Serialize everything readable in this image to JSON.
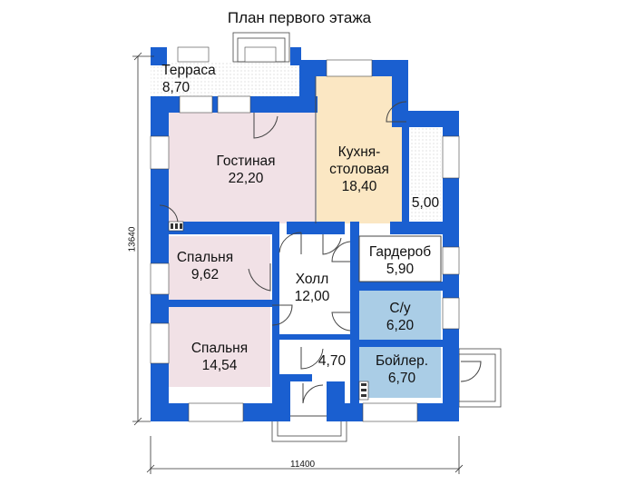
{
  "title": "План первого этажа",
  "rooms": [
    {
      "name": "Терраса",
      "area": "8,70"
    },
    {
      "name": "Гостиная",
      "area": "22,20"
    },
    {
      "name": "Кухня-",
      "name2": "столовая",
      "area": "18,40"
    },
    {
      "name": "",
      "area": "5,00"
    },
    {
      "name": "Спальня",
      "area": "9,62"
    },
    {
      "name": "Холл",
      "area": "12,00"
    },
    {
      "name": "Гардероб",
      "area": "5,90"
    },
    {
      "name": "С/у",
      "area": "6,20"
    },
    {
      "name": "Спальня",
      "area": "14,54"
    },
    {
      "name": "",
      "area": "4,70"
    },
    {
      "name": "Бойлер.",
      "area": "6,70"
    }
  ],
  "dimensions": {
    "width": "11400",
    "height": "13640"
  },
  "colors": {
    "wall": "#1a5fd0",
    "wall_inner": "#ffffff",
    "living": "#f1e1e6",
    "kitchen": "#fbe7c3",
    "bath": "#aacde6",
    "terrace_dots": "#d6d6d6"
  }
}
